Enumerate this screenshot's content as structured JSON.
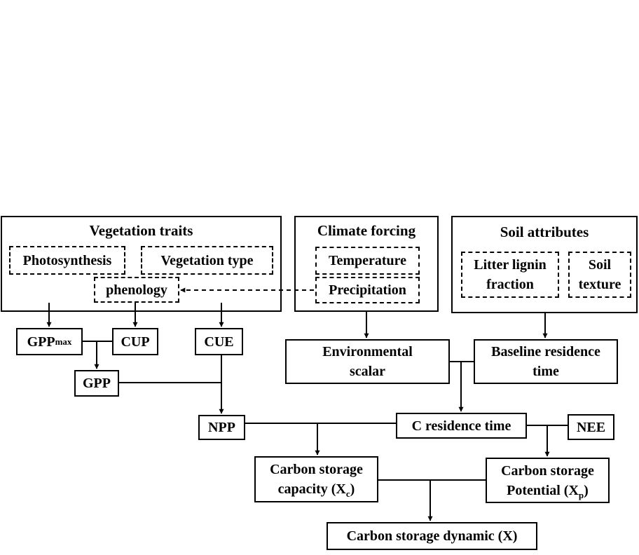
{
  "groups": {
    "vegetation": {
      "title": "Vegetation traits"
    },
    "climate": {
      "title": "Climate forcing"
    },
    "soil": {
      "title": "Soil attributes"
    }
  },
  "nodes": {
    "photosynthesis": "Photosynthesis",
    "vegetation_type": "Vegetation type",
    "phenology": "phenology",
    "temperature": "Temperature",
    "precipitation": "Precipitation",
    "litter_lignin": {
      "line1": "Litter lignin",
      "line2": "fraction"
    },
    "soil_texture": {
      "line1": "Soil",
      "line2": "texture"
    },
    "gpp_max": {
      "text": "GPP",
      "sub": "max"
    },
    "cup": "CUP",
    "cue": "CUE",
    "gpp": "GPP",
    "environmental_scalar": {
      "line1": "Environmental",
      "line2": "scalar"
    },
    "baseline_residence_time": {
      "line1": "Baseline residence",
      "line2": "time"
    },
    "npp": "NPP",
    "c_residence_time": "C residence time",
    "nee": "NEE",
    "carbon_storage_capacity": {
      "line1": "Carbon storage",
      "line2_pre": "capacity (X",
      "line2_sub": "c",
      "line2_post": ")"
    },
    "carbon_storage_potential": {
      "line1": "Carbon storage",
      "line2_pre": "Potential (X",
      "line2_sub": "p",
      "line2_post": ")"
    },
    "carbon_storage_dynamic": "Carbon storage dynamic (X)"
  }
}
